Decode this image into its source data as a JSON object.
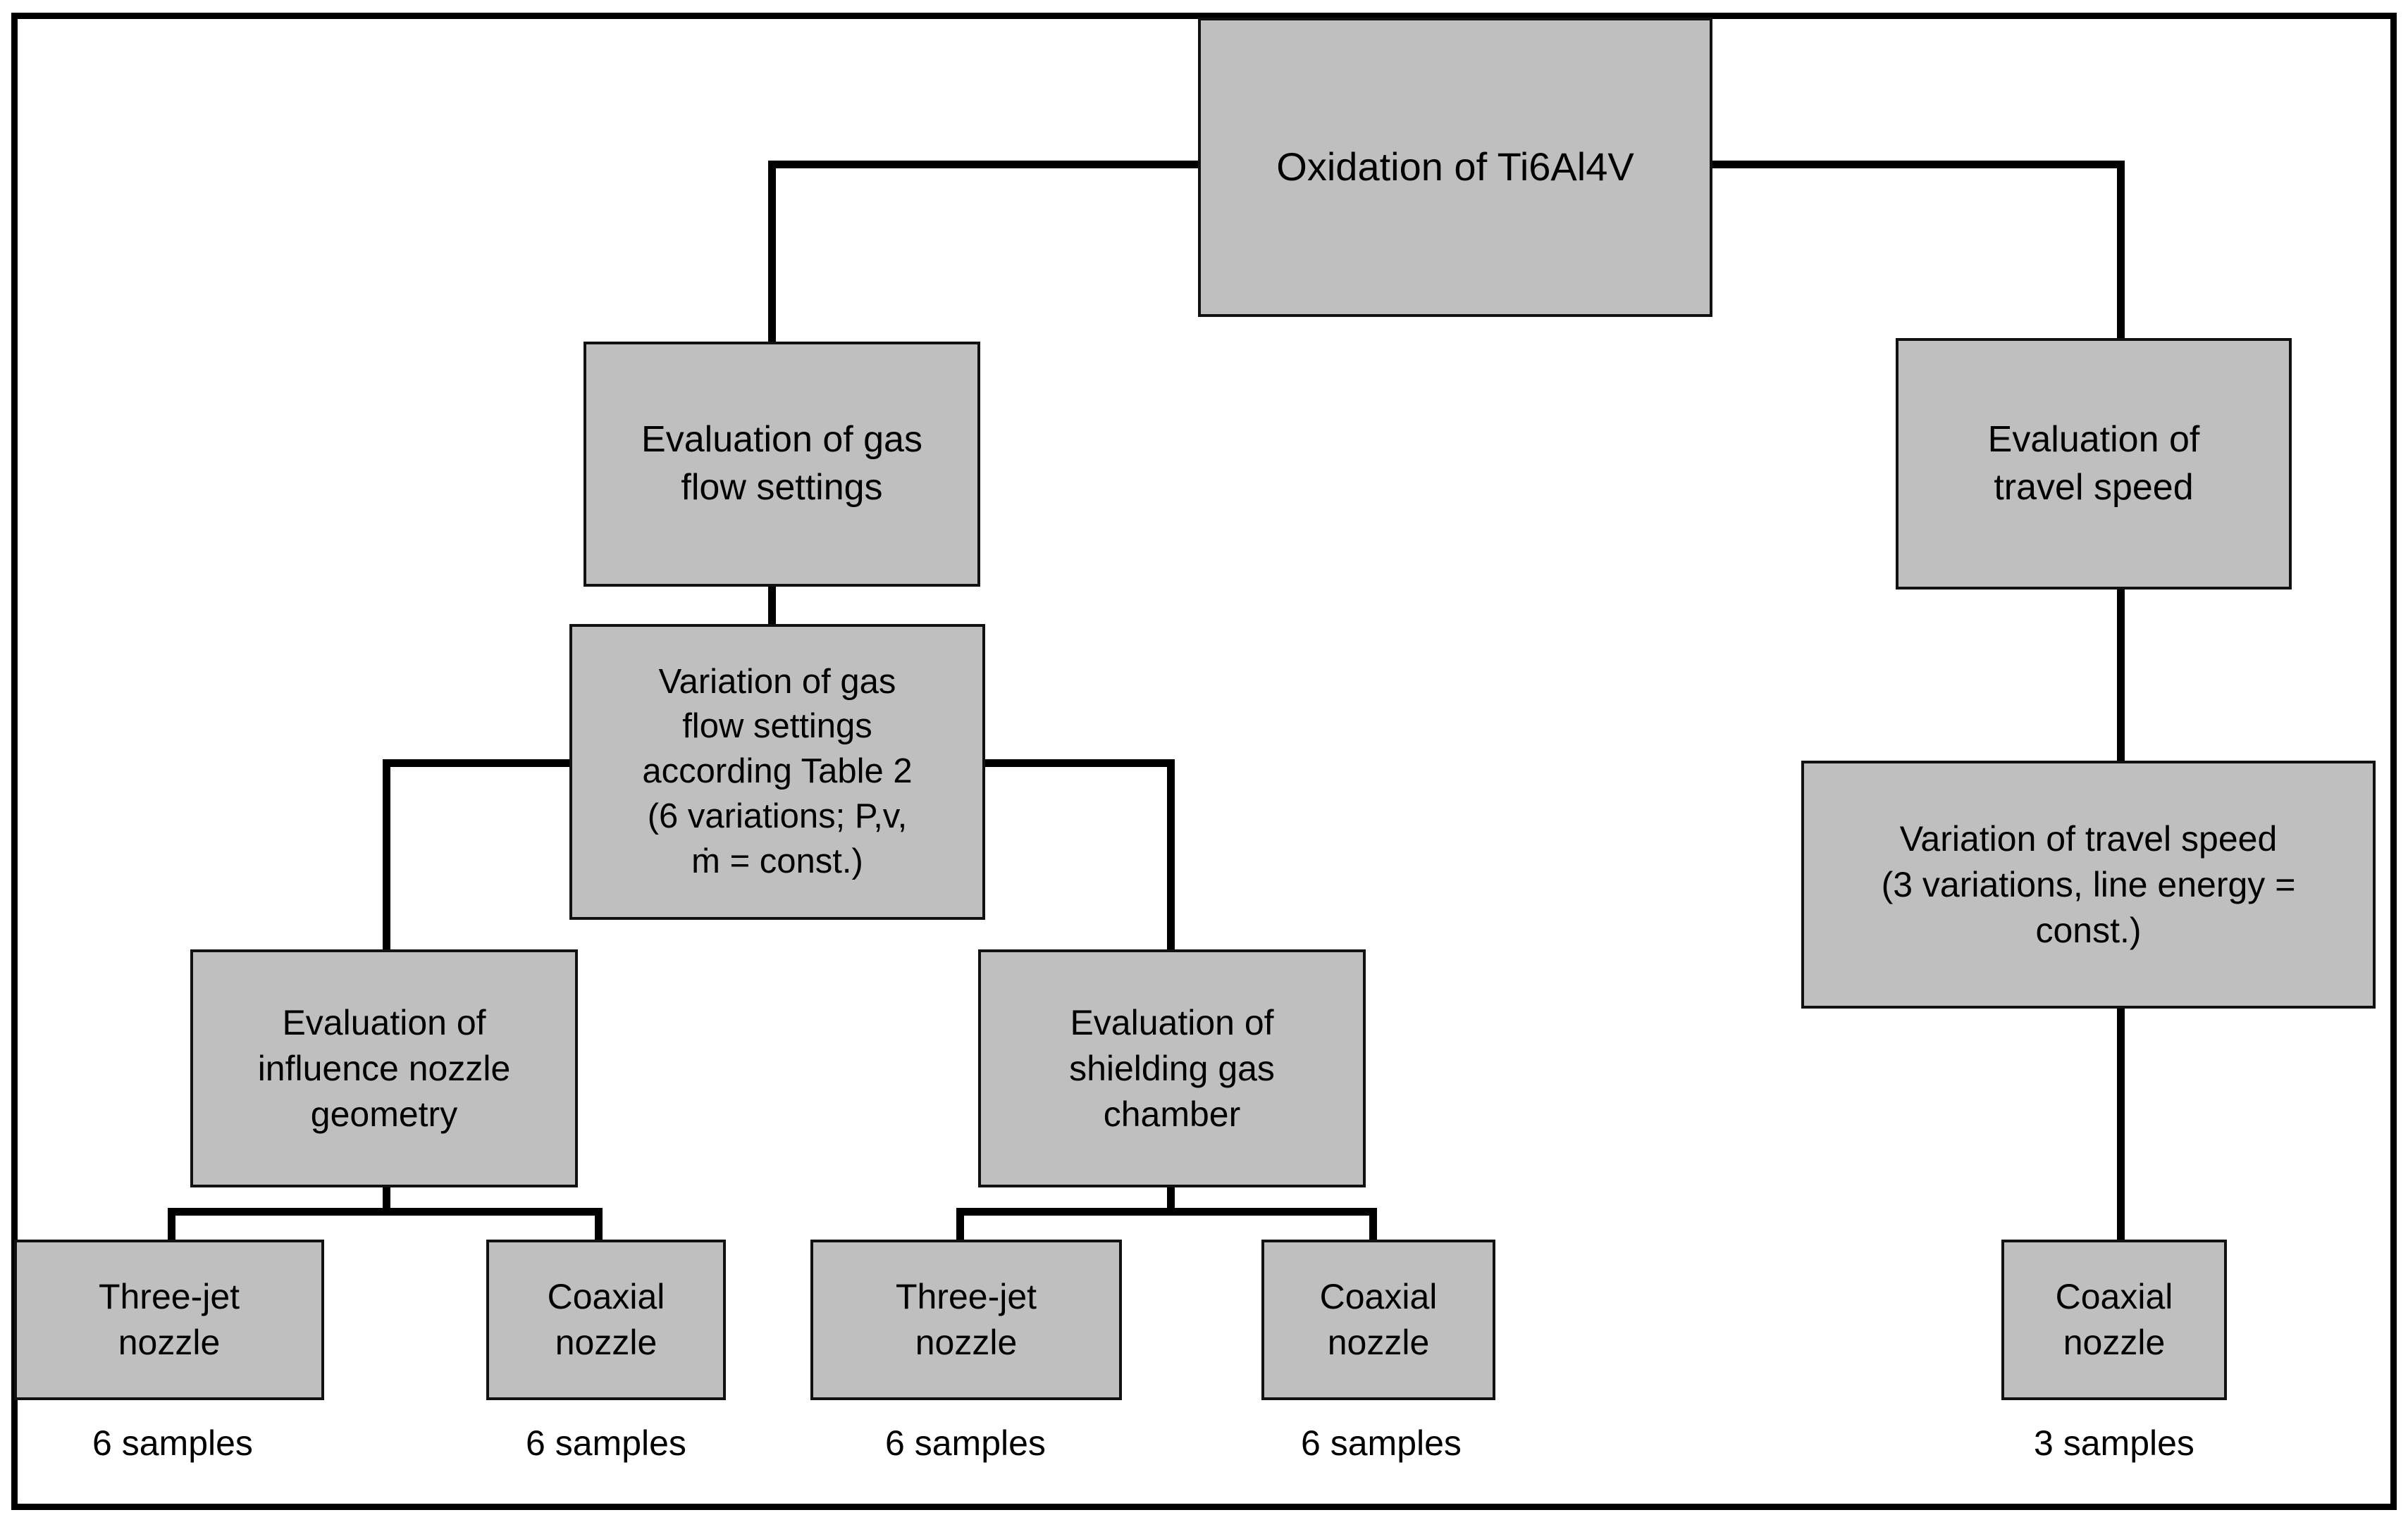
{
  "diagram": {
    "title": "Oxidation of Ti6Al4V experimental plan",
    "fill_color": "#BFBFBF",
    "border_color": "#111111",
    "line_color": "#000000",
    "background_color": "#FFFFFF"
  },
  "nodes": {
    "root": {
      "label": "Oxidation of Ti6Al4V"
    },
    "gas_flow_eval": {
      "label": "Evaluation of gas\nflow settings"
    },
    "gas_flow_variation": {
      "label": "Variation of gas\nflow settings\naccording Table 2\n(6 variations; P,v,\nṁ = const.)"
    },
    "nozzle_geometry_eval": {
      "label": "Evaluation of\ninfluence nozzle\ngeometry"
    },
    "shielding_chamber_eval": {
      "label": "Evaluation of\nshielding gas\nchamber"
    },
    "travel_speed_eval": {
      "label": "Evaluation of\ntravel speed"
    },
    "travel_speed_variation": {
      "label": "Variation of travel speed\n(3 variations, line energy =\nconst.)"
    },
    "leaf_1": {
      "label": "Three-jet\nnozzle"
    },
    "leaf_2": {
      "label": "Coaxial\nnozzle"
    },
    "leaf_3": {
      "label": "Three-jet\nnozzle"
    },
    "leaf_4": {
      "label": "Coaxial\nnozzle"
    },
    "leaf_5": {
      "label": "Coaxial\nnozzle"
    }
  },
  "captions": {
    "caption_1": "6 samples",
    "caption_2": "6 samples",
    "caption_3": "6 samples",
    "caption_4": "6 samples",
    "caption_5": "3 samples"
  }
}
